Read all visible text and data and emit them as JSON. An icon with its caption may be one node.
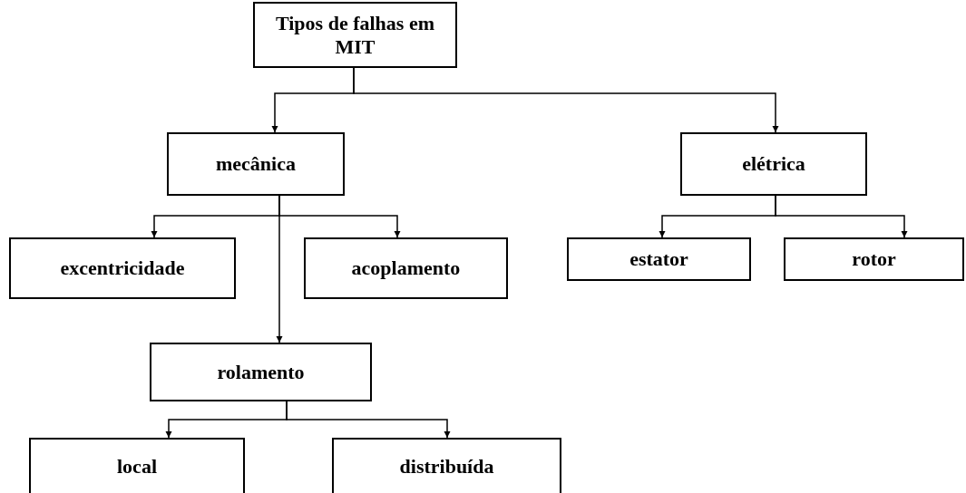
{
  "diagram": {
    "nodes": [
      {
        "text": [
          "Tipos de falhas em MIT"
        ]
      },
      {
        "text": [
          "mecânica"
        ]
      },
      {
        "text": [
          "elétrica"
        ]
      },
      {
        "text": [
          "excentricidade"
        ]
      },
      {
        "text": [
          "acoplamento"
        ]
      },
      {
        "text": [
          "rolamento"
        ]
      },
      {
        "text": [
          "estator"
        ]
      },
      {
        "text": [
          "rotor"
        ]
      },
      {
        "text": [
          "local"
        ]
      },
      {
        "text": [
          "distribuída"
        ]
      }
    ],
    "edges": [
      {
        "from": 0,
        "to": 1,
        "arrow": "to"
      },
      {
        "from": 0,
        "to": 2,
        "arrow": "to"
      },
      {
        "from": 1,
        "to": 3,
        "arrow": "to"
      },
      {
        "from": 1,
        "to": 4,
        "arrow": "to"
      },
      {
        "from": 1,
        "to": 5,
        "arrow": "to"
      },
      {
        "from": 2,
        "to": 6,
        "arrow": "to"
      },
      {
        "from": 2,
        "to": 7,
        "arrow": "to"
      },
      {
        "from": 5,
        "to": 8,
        "arrow": "to"
      },
      {
        "from": 5,
        "to": 9,
        "arrow": "to"
      }
    ]
  }
}
